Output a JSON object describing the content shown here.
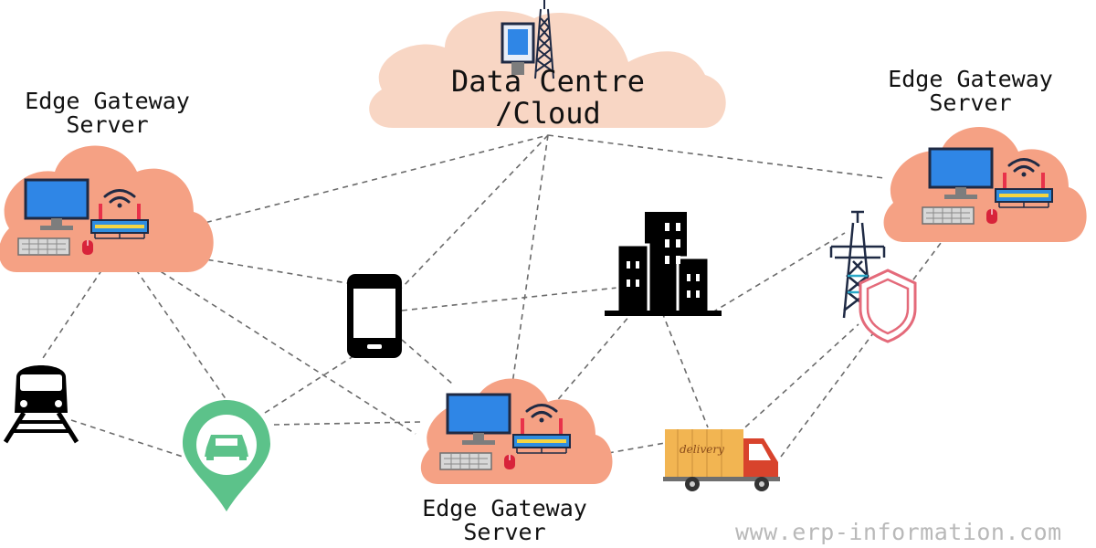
{
  "nodes": {
    "data_centre": {
      "line1": "Data Centre",
      "line2": "/Cloud"
    },
    "edge_left": {
      "line1": "Edge Gateway",
      "line2": "Server"
    },
    "edge_right": {
      "line1": "Edge Gateway",
      "line2": "Server"
    },
    "edge_bottom": {
      "line1": "Edge Gateway",
      "line2": "Server"
    }
  },
  "icons": [
    "server-monitor-icon",
    "wifi-router-icon",
    "keyboard-icon",
    "mouse-icon",
    "transmission-tower-icon",
    "mobile-phone-icon",
    "office-building-icon",
    "power-pylon-icon",
    "shield-icon",
    "train-icon",
    "car-location-pin-icon",
    "delivery-truck-icon"
  ],
  "truck_label": "delivery",
  "watermark": "www.erp-information.com",
  "colors": {
    "cloud_fill": "#f5a184",
    "cloud_light_fill": "#f8d6c4",
    "connector": "#6b6b6b",
    "monitor": "#2f86e6",
    "router": "#2f8de0",
    "pin": "#5cc28a",
    "pylon": "#2aa8c8",
    "shield": "#e46a7a",
    "truck_box": "#f2b552",
    "truck_cab": "#d8432c"
  }
}
